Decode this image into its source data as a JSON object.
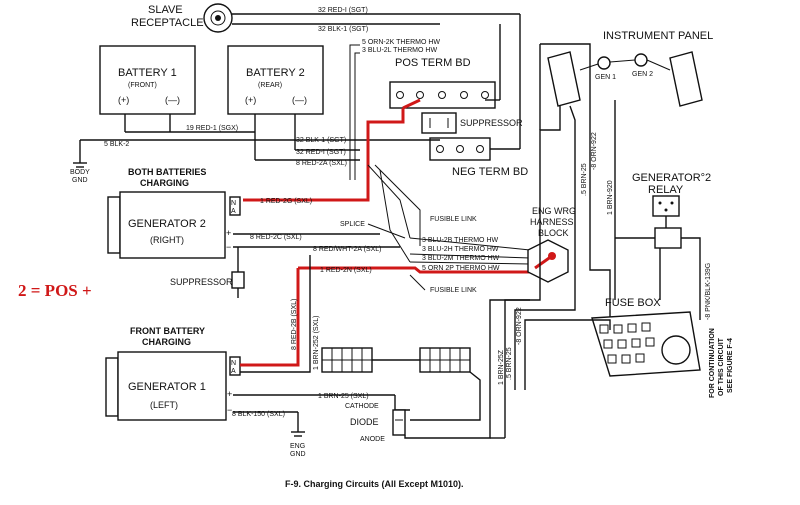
{
  "labels": {
    "slave_receptacle": [
      "SLAVE",
      "RECEPTACLE"
    ],
    "battery1": [
      "BATTERY 1",
      "(FRONT)"
    ],
    "battery2": [
      "BATTERY 2",
      "(REAR)"
    ],
    "plus": "(+)",
    "minus": "(—)",
    "pos_term_bd": "POS TERM BD",
    "neg_term_bd": "NEG TERM BD",
    "suppressor": "SUPPRESSOR",
    "instrument_panel": "INSTRUMENT PANEL",
    "gen1": "GEN 1",
    "gen2": "GEN 2",
    "body_gnd": [
      "BODY",
      "GND"
    ],
    "both_charging": [
      "BOTH BATTERIES",
      "CHARGING"
    ],
    "generator2": [
      "GENERATOR 2",
      "(RIGHT)"
    ],
    "splice": "SPLICE",
    "fusible_link": "FUSIBLE LINK",
    "eng_wrg": [
      "ENG WRG",
      "HARNESS",
      "BLOCK"
    ],
    "generator2_relay": [
      "GENERATOR°2",
      "RELAY"
    ],
    "fuse_box": "FUSE BOX",
    "front_charging": [
      "FRONT BATTERY",
      "CHARGING"
    ],
    "generator1": [
      "GENERATOR 1",
      "(LEFT)"
    ],
    "cathode": "CATHODE",
    "anode": "ANODE",
    "diode": "DIODE",
    "eng_gnd": [
      "ENG",
      "GND"
    ],
    "continuation": [
      "FOR CONTINUATION",
      "OF THIS CIRCUIT",
      "SEE FIGURE F-4"
    ],
    "annotation": "2 = POS +",
    "caption": "F-9. Charging Circuits (All Except M1010).",
    "term_n": "N",
    "term_a": "A",
    "term_plus": "+",
    "term_minus": "−"
  },
  "wires": {
    "red1_sgt": "32 RED-I (SGT)",
    "blk1_sgt": "32 BLK-1 (SGT)",
    "orn2k": "5 ORN-2K THERMO HW",
    "blu2l": "3 BLU-2L THERMO HW",
    "blk2": "5 BLK-2",
    "red1_sgx": "19 RED-1 (SGX)",
    "blk1_sgt_b": "32 BLK-1 (SGT)",
    "red1_sgt_b": "32 RED-I (SGT)",
    "red2a": "8 RED-2A (SXL)",
    "red2g": "1 RED-2G (SXL)",
    "red2c": "8 RED-2C (SXL)",
    "redwht2a": "8 RED/WHT-2A (SXL)",
    "red2n": "1 RED-2N (SXL)",
    "blu2b": "3 BLU-2B THERMO HW",
    "blu2h": "3 BLU-2H THERMO HW",
    "blu2m": "3 BLU-2M THERMO HW",
    "orn2p": "5 ORN 2P THERMO HW",
    "red2b": "8 RED-2B (SXL)",
    "brn252": "1 BRN-252 (SXL)",
    "brn25l": "1 BRN-25 (SXL)",
    "blk150": "8 BLK-150 (SXL)",
    "brn25a": ".5 BRN-25",
    "orn922a": "-8 ORN-922",
    "brn920": "1 BRN-920",
    "brn25z": "1 BRN-25Z",
    "brn25b": ".5 BRN-25",
    "orn922b": "-8 ORN-922",
    "pnk139": "-8 PNK/BLK-139G"
  }
}
